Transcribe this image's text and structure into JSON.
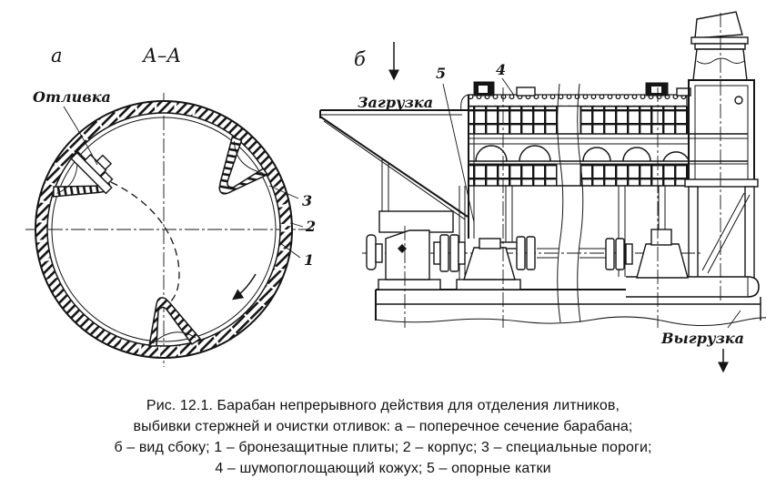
{
  "page": {
    "background": "#ffffff",
    "ink": "#151515"
  },
  "figure": {
    "view_a": {
      "view_label": "а",
      "section_label": "А–А",
      "casting_label": "Отливка",
      "callout_1": "1",
      "callout_2": "2",
      "callout_3": "3"
    },
    "view_b": {
      "view_label": "б",
      "loading_label": "Загрузка",
      "unloading_label": "Выгрузка",
      "callout_4": "4",
      "callout_5": "5"
    }
  },
  "caption": {
    "line1": "Рис. 12.1. Барабан непрерывного действия для отделения литников,",
    "line2": "выбивки стержней и очистки отливок: а – поперечное сечение барабана;",
    "line3": "б – вид сбоку; 1 – бронезащитные плиты; 2 – корпус; 3 – специальные пороги;",
    "line4": "4 – шумопоглощающий кожух; 5 – опорные катки"
  }
}
